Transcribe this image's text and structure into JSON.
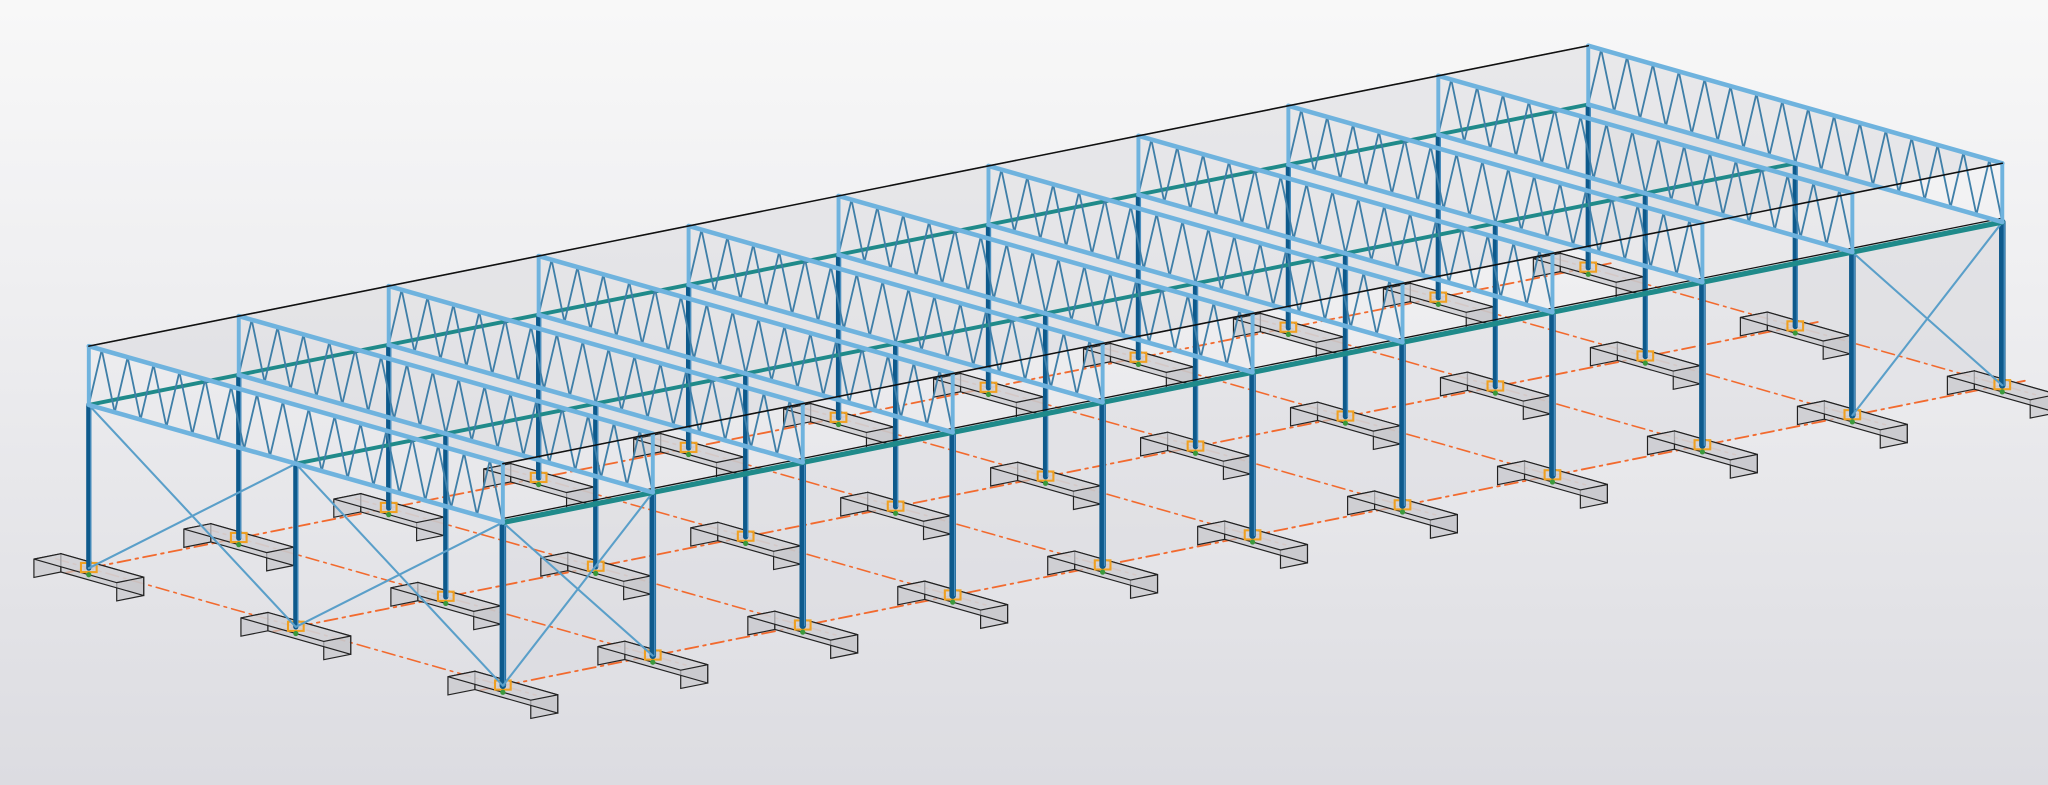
{
  "viewport": {
    "view": "3d-isometric",
    "background_top": "#f8f8f8",
    "background_bottom": "#dcdce1"
  },
  "model": {
    "frames": 11,
    "column_rows": 3,
    "bracing_bays": [
      "front-wall-first-bay",
      "front-wall-last-bay",
      "left-end-wall"
    ]
  },
  "colors": {
    "truss": "#6fb3de",
    "truss_dark": "#3f7fa8",
    "column": "#0e5a8c",
    "longitudinal_beam": "#1f8a8a",
    "bracing": "#5a9fc9",
    "grid_line": "#f26a2e",
    "footing_fill": "#c8c8cc",
    "footing_edge": "#222222",
    "base_plate": "#f0a020",
    "roof_panel": "#d8d8dc",
    "outline": "#111111"
  }
}
